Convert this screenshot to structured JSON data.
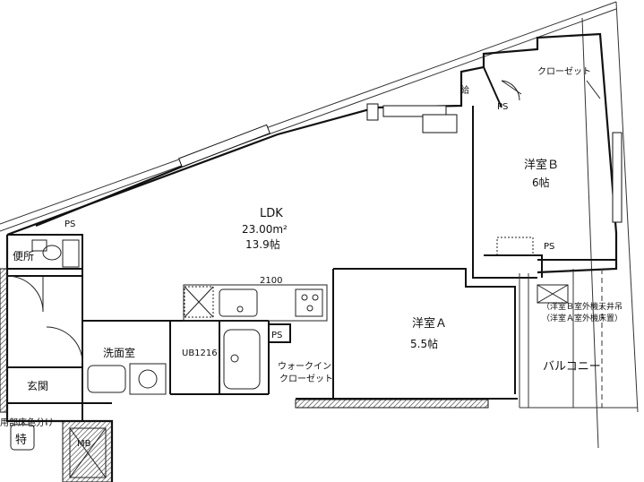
{
  "rooms": {
    "ldk": {
      "name": "LDK",
      "area": "23.00m²",
      "tatami": "13.9帖"
    },
    "western_b": {
      "name": "洋室Ｂ",
      "tatami": "6帖"
    },
    "western_a": {
      "name": "洋室Ａ",
      "tatami": "5.5帖"
    },
    "toilet": {
      "name": "便所"
    },
    "washroom": {
      "name": "洗面室"
    },
    "entrance": {
      "name": "玄関"
    },
    "unit_bath": {
      "name": "UB1216"
    },
    "walk_in_closet": {
      "line1": "ウォークイン",
      "line2": "クローゼット"
    },
    "closet": {
      "name": "クローゼット"
    },
    "balcony": {
      "name": "バルコニー"
    }
  },
  "labels": {
    "ps": "PS",
    "kitchen_width": "2100",
    "supply": "給",
    "mb": "MB",
    "special": "特",
    "common_area": "用部床色分け",
    "ac_note_1": "（洋室Ｂ室外機天井吊",
    "ac_note_2": "（洋室Ａ室外機床置）"
  }
}
